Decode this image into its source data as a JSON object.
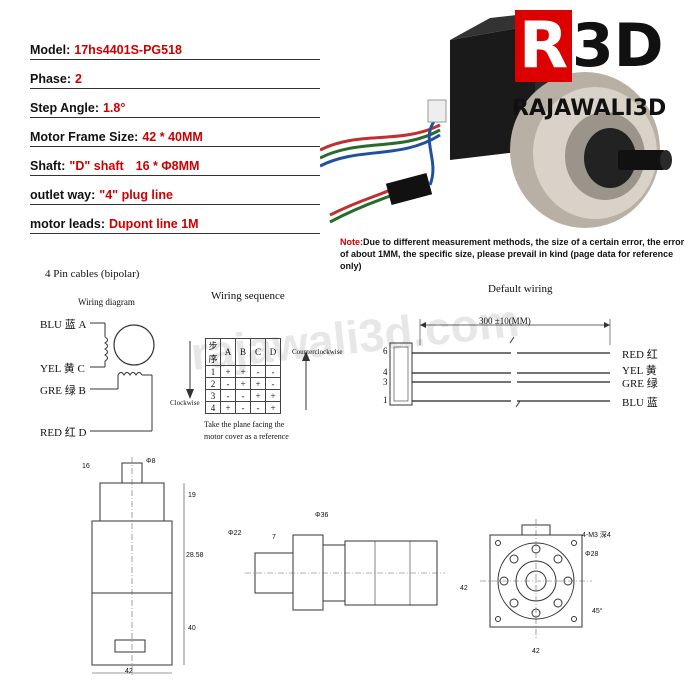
{
  "specs": [
    {
      "key": "Model:",
      "value": "17hs4401S-PG518"
    },
    {
      "key": "Phase:",
      "value": "2"
    },
    {
      "key": "Step Angle:",
      "value": "1.8°"
    },
    {
      "key": "Motor Frame Size:",
      "value": "42 * 40MM"
    },
    {
      "key": "Shaft:",
      "value": "\"D\" shaft",
      "value2": "16 * Φ8MM"
    },
    {
      "key": "outlet way:",
      "value": "\"4\" plug line"
    },
    {
      "key": "motor leads:",
      "value": "Dupont line 1M"
    }
  ],
  "logo": {
    "mark": "R",
    "mark2": "3D",
    "name": "RAJAWALI3D",
    "mark_color": "#dd0000"
  },
  "note": {
    "label": "Note:",
    "text": "Due to different measurement methods, the size of a certain error, the error of about 1MM, the specific size, please prevail in kind (page data for reference only)"
  },
  "watermark": "rajawali3d.com",
  "pin_cables": {
    "title": "4 Pin cables (bipolar)",
    "wiring_diagram_title": "Wiring diagram",
    "leads": [
      {
        "label": "BLU 蓝",
        "letter": "A"
      },
      {
        "label": "YEL 黄",
        "letter": "C"
      },
      {
        "label": "GRE 绿",
        "letter": "B"
      },
      {
        "label": "RED 红",
        "letter": "D"
      }
    ]
  },
  "wiring_sequence": {
    "title": "Wiring sequence",
    "header": [
      "步序",
      "A",
      "B",
      "C",
      "D"
    ],
    "rows": [
      [
        "1",
        "+",
        "+",
        "-",
        "-"
      ],
      [
        "2",
        "-",
        "+",
        "+",
        "-"
      ],
      [
        "3",
        "-",
        "-",
        "+",
        "+"
      ],
      [
        "4",
        "+",
        "-",
        "-",
        "+"
      ]
    ],
    "counterclockwise": "Counterclockwise",
    "clockwise": "Clockwise",
    "caption_line1": "Take the plane facing the",
    "caption_line2": "motor cover as a reference"
  },
  "default_wiring": {
    "title": "Default wiring",
    "length": "300 ±10(MM)",
    "pins": [
      "6",
      "4",
      "3",
      "1"
    ],
    "wires": [
      {
        "label": "RED 红",
        "color": "#222222"
      },
      {
        "label": "YEL 黄",
        "color": "#222222"
      },
      {
        "label": "GRE 绿",
        "color": "#222222"
      },
      {
        "label": "BLU 蓝",
        "color": "#222222"
      }
    ]
  },
  "dimensions": {
    "side": {
      "d8": "Φ8",
      "h16": "16",
      "h19": "19",
      "h28": "28.58",
      "h40": "40",
      "w42": "42"
    },
    "gear": {
      "d22": "Φ22",
      "d36": "Φ36",
      "t": "7"
    },
    "front": {
      "m3": "4-M3",
      "depth": "深4",
      "d28": "Φ28",
      "h42": "42",
      "w42": "42",
      "angle": "45°"
    }
  }
}
